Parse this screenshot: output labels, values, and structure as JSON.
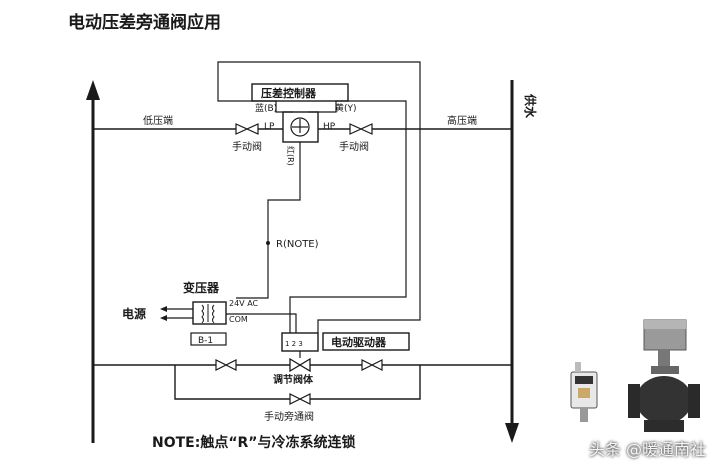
{
  "title": "电动压差旁通阀应用",
  "controller": {
    "label": "压差控制器",
    "blue": "蓝(B)",
    "yellow": "黄(Y)",
    "red": "红(R)",
    "lp": "LP",
    "hp": "HP"
  },
  "pipes": {
    "low": "低压端",
    "high": "高压端",
    "supply": "供水"
  },
  "valves": {
    "left": "手动阀",
    "right": "手动阀",
    "bypass": "手动旁通阀"
  },
  "note_r": "R(NOTE)",
  "transformer": {
    "label": "变压器",
    "v24": "24V AC",
    "com": "COM",
    "tag": "B-1",
    "power": "电源"
  },
  "actuator": {
    "label": "电动驱动器",
    "body": "调节阀体"
  },
  "note": "NOTE:触点“R”与冷冻系统连锁",
  "watermark": "头条 @暖通南社"
}
